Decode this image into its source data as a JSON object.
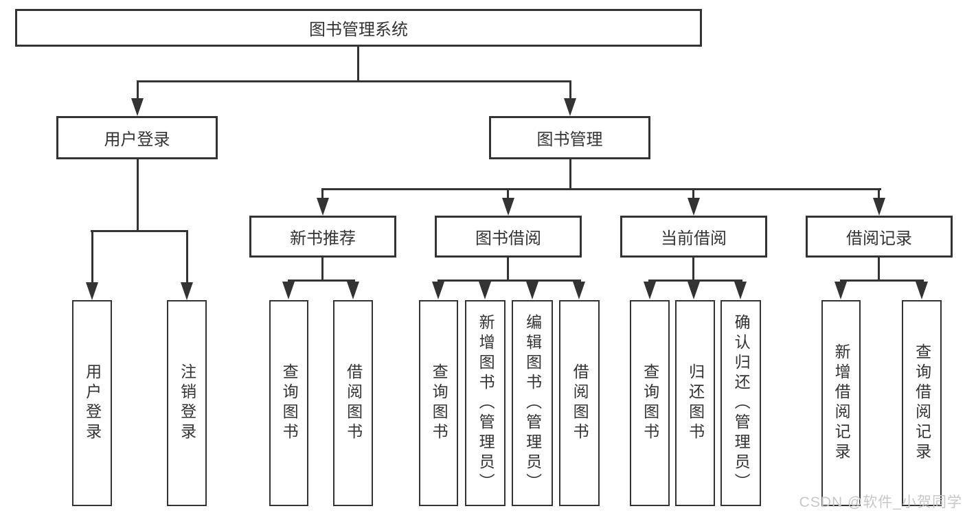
{
  "diagram_title": "图书管理系统",
  "colors": {
    "line": "#333333",
    "text": "#333333",
    "background": "#ffffff",
    "watermark": "#c7c7c7"
  },
  "tree": {
    "root": {
      "label": "图书管理系统"
    },
    "level2": [
      {
        "label": "用户登录",
        "children": [
          {
            "label": "用户登录"
          },
          {
            "label": "注销登录"
          }
        ]
      },
      {
        "label": "图书管理",
        "children": [
          {
            "label": "新书推荐",
            "children": [
              {
                "label": "查询图书"
              },
              {
                "label": "借阅图书"
              }
            ]
          },
          {
            "label": "图书借阅",
            "children": [
              {
                "label": "查询图书"
              },
              {
                "label": "新增图书（管理员）"
              },
              {
                "label": "编辑图书（管理员）"
              },
              {
                "label": "借阅图书"
              }
            ]
          },
          {
            "label": "当前借阅",
            "children": [
              {
                "label": "查询图书"
              },
              {
                "label": "归还图书"
              },
              {
                "label": "确认归还（管理员）"
              }
            ]
          },
          {
            "label": "借阅记录",
            "children": [
              {
                "label": "新增借阅记录"
              },
              {
                "label": "查询借阅记录"
              }
            ]
          }
        ]
      }
    ]
  },
  "watermark": {
    "text": "CSDN @软件_小贺同学"
  }
}
